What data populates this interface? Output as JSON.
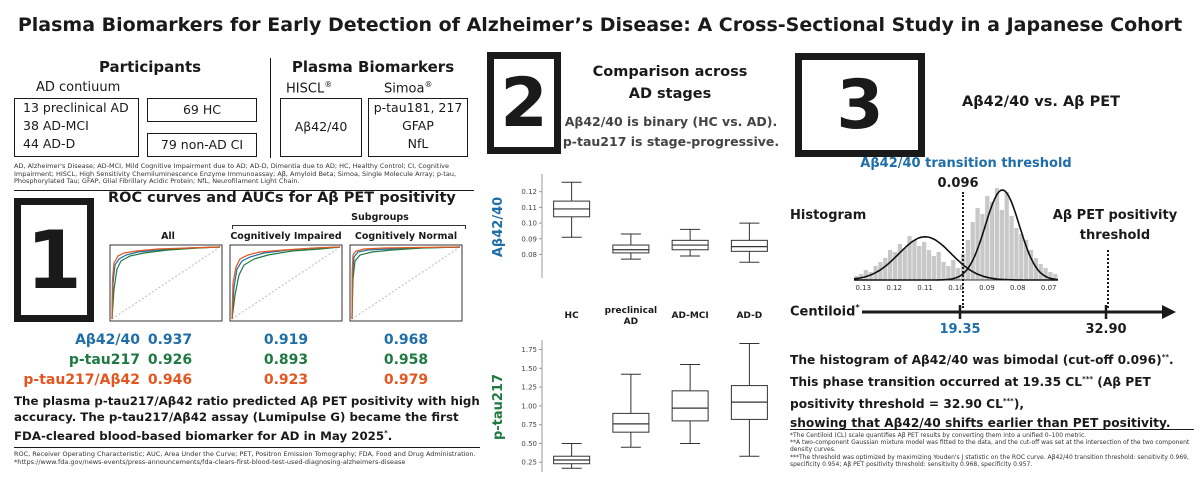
{
  "title": "Plasma Biomarkers for Early Detection of Alzheimer’s Disease: A Cross-Sectional Study in a Japanese Cohort",
  "participants": {
    "heading": "Participants",
    "ad_continuum_label": "AD contiuum",
    "ad_lines": [
      "13 preclinical AD",
      "38 AD-MCI",
      "44 AD-D"
    ],
    "hc": "69 HC",
    "non_ad": "79 non-AD CI"
  },
  "biomarkers": {
    "heading": "Plasma Biomarkers",
    "hiscl_label": "HISCL",
    "simoa_label": "Simoa",
    "reg_mark": "®",
    "hiscl_item": "Aβ42/40",
    "simoa_lines": [
      "p-tau181, 217",
      "GFAP",
      "NfL"
    ]
  },
  "abbrev_note": "AD, Alzheimer's Disease; AD-MCI, Mild Cognitive Impairment due to AD; AD-D, Dimentia due to AD; HC, Healthy Control; CI, Cognitive Impairment; HISCL, High Sensitivity Chemiluminescence Enzyme Immunoassay; Aβ, Amyloid Beta; Simoa, Single Molecule Array; p-tau, Phosphorylated Tau; GFAP, Glial Fibrillary Acidic Protein; NfL, Neurofilament Light Chain.",
  "panel1": {
    "number": "1",
    "heading": "ROC curves and AUCs for Aβ PET positivity",
    "subgroups_label": "Subgroups",
    "groups": [
      "All",
      "Cognitively Impaired",
      "Cognitively Normal"
    ],
    "rows": [
      {
        "label": "Aβ42/40",
        "values": [
          "0.937",
          "0.919",
          "0.968"
        ],
        "color": "#1f6ea8"
      },
      {
        "label": "p-tau217",
        "values": [
          "0.926",
          "0.893",
          "0.958"
        ],
        "color": "#1e7a40"
      },
      {
        "label": "p-tau217/Aβ42",
        "values": [
          "0.946",
          "0.923",
          "0.979"
        ],
        "color": "#e3561f"
      }
    ],
    "summary_1": "The plasma p-tau217/Aβ42 ratio predicted Aβ PET positivity with high accuracy. The p-tau217/Aβ42 assay (Lumipulse G) became the first FDA-cleared blood-based biomarker for AD in May 2025",
    "summary_mark": "*",
    "summary_end": ".",
    "footnote": "ROC, Receiver Operating Characteristic; AUC, Area Under the Curve; PET, Positron Emission Tomography; FDA, Food and Drug Administration. *https://www.fda.gov/news-events/press-announcements/fda-clears-first-blood-test-used-diagnosing-alzheimers-disease"
  },
  "panel2": {
    "number": "2",
    "heading_1": "Comparison across",
    "heading_2": "AD stages",
    "desc_1": "Aβ42/40 is binary (HC vs. AD).",
    "desc_2": "p-tau217 is stage-progressive.",
    "categories": [
      "HC",
      "preclinical AD",
      "AD-MCI",
      "AD-D"
    ],
    "cat_lines": [
      [
        "HC"
      ],
      [
        "preclinical",
        "AD"
      ],
      [
        "AD-MCI"
      ],
      [
        "AD-D"
      ]
    ]
  },
  "chart_data": [
    {
      "type": "box",
      "ylabel": "Aβ42/40",
      "ylim": [
        0.065,
        0.13
      ],
      "yticks": [
        0.08,
        0.09,
        0.1,
        0.11,
        0.12
      ],
      "ytick_labels": [
        "0.08",
        "0.09",
        "0.10",
        "0.11",
        "0.12"
      ],
      "categories": [
        "HC",
        "preclinical AD",
        "AD-MCI",
        "AD-D"
      ],
      "boxes": [
        {
          "min": 0.091,
          "q1": 0.104,
          "median": 0.109,
          "q3": 0.114,
          "max": 0.126
        },
        {
          "min": 0.077,
          "q1": 0.081,
          "median": 0.083,
          "q3": 0.086,
          "max": 0.093
        },
        {
          "min": 0.079,
          "q1": 0.083,
          "median": 0.086,
          "q3": 0.089,
          "max": 0.096
        },
        {
          "min": 0.075,
          "q1": 0.082,
          "median": 0.085,
          "q3": 0.089,
          "max": 0.1
        }
      ]
    },
    {
      "type": "box",
      "ylabel": "p-tau217",
      "ylim": [
        0.12,
        1.85
      ],
      "yticks": [
        0.25,
        0.5,
        0.75,
        1.0,
        1.25,
        1.5,
        1.75
      ],
      "ytick_labels": [
        "0.25",
        "0.50",
        "0.75",
        "1.00",
        "1.25",
        "1.50",
        "1.75"
      ],
      "categories": [
        "HC",
        "preclinical AD",
        "AD-MCI",
        "AD-D"
      ],
      "boxes": [
        {
          "min": 0.17,
          "q1": 0.23,
          "median": 0.28,
          "q3": 0.33,
          "max": 0.5
        },
        {
          "min": 0.45,
          "q1": 0.65,
          "median": 0.76,
          "q3": 0.9,
          "max": 1.42
        },
        {
          "min": 0.5,
          "q1": 0.8,
          "median": 0.97,
          "q3": 1.2,
          "max": 1.55
        },
        {
          "min": 0.33,
          "q1": 0.82,
          "median": 1.05,
          "q3": 1.27,
          "max": 1.83
        }
      ]
    },
    {
      "type": "histogram",
      "xtick_labels": [
        "0.13",
        "0.12",
        "0.11",
        "0.10",
        "0.09",
        "0.08",
        "0.07"
      ],
      "x_reversed": true,
      "threshold_line": 0.096,
      "mixture_components": [
        {
          "mean": 0.11,
          "sd": 0.0085,
          "peak": 0.48
        },
        {
          "mean": 0.085,
          "sd": 0.0055,
          "peak": 1.0
        }
      ]
    }
  ],
  "panel3": {
    "number": "3",
    "heading": "Aβ42/40 vs. Aβ PET",
    "transition_label": "Aβ42/40 transition threshold",
    "transition_value": "0.096",
    "histogram_label": "Histogram",
    "pet_label_1": "Aβ PET positivity",
    "pet_label_2": "threshold",
    "centiloid_label": "Centiloid",
    "centiloid_mark": "*",
    "cl_value_1": "19.35",
    "cl_value_2": "32.90",
    "desc_1a": "The histogram of Aβ42/40 was bimodal (cut-off 0.096)",
    "desc_1m": "**",
    "desc_1e": ".",
    "desc_2a": "This phase transition occurred at 19.35 CL",
    "desc_2m": "***",
    "desc_2b": " (Aβ PET",
    "desc_3a": "positivity threshold = 32.90 CL",
    "desc_3m": "***",
    "desc_3e": "),",
    "desc_4": "showing that Aβ42/40 shifts earlier than PET positivity.",
    "foot_1": "*The Centiloid (CL) scale quantifies Aβ PET results by converting them into a unified 0–100 metric.",
    "foot_2": "**A two-component Gaussian mixture model was fitted to the data, and the cut-off was set at the intersection of the two component density curves.",
    "foot_3": "***The threshold was optimized by maximizing Youden's J statistic on the ROC curve. Aβ42/40 transition threshold: sensitivity 0.969, specificity 0.954; Aβ PET positivity threshold: sensitivity 0.968, specificity 0.957."
  }
}
